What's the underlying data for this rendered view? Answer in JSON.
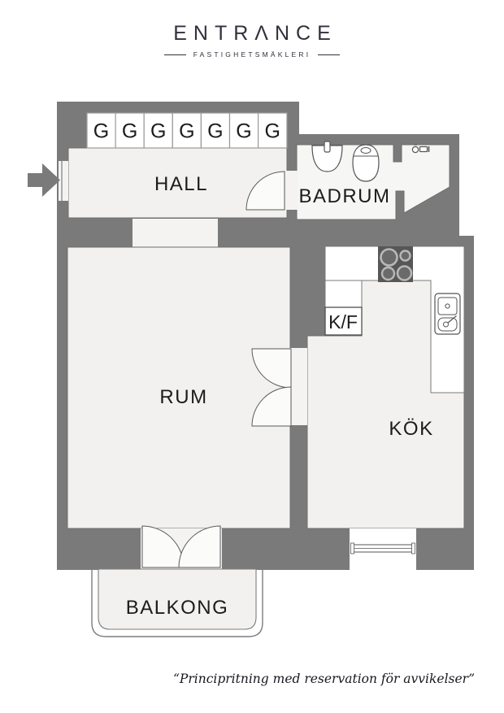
{
  "brand": {
    "logo_text": "ENTRΛNCE",
    "logo_subtitle": "FASTIGHETSMÄKLERI"
  },
  "floorplan": {
    "rooms": {
      "hall": "HALL",
      "bathroom": "BADRUM",
      "room": "RUM",
      "kitchen": "KÖK",
      "balcony": "BALKONG"
    },
    "labels": {
      "wardrobe": "G",
      "fridge_freezer": "K/F"
    },
    "wardrobe_count": 7,
    "icons": [
      "entrance-arrow-icon",
      "bathroom-sink-icon",
      "toilet-icon",
      "shower-icon",
      "stove-icon",
      "kitchen-sink-icon",
      "window-icon"
    ],
    "colors": {
      "wall": "#7a7a7a",
      "floor": "#f2f1ef",
      "bathroom_floor": "#f6f6f4",
      "fixture_white": "#ffffff",
      "stove_dark": "#575757",
      "label_text": "#1c1c1c",
      "logo_text": "#30313b"
    }
  },
  "footer": {
    "disclaimer": "“Principritning med reservation för avvikelser”"
  }
}
